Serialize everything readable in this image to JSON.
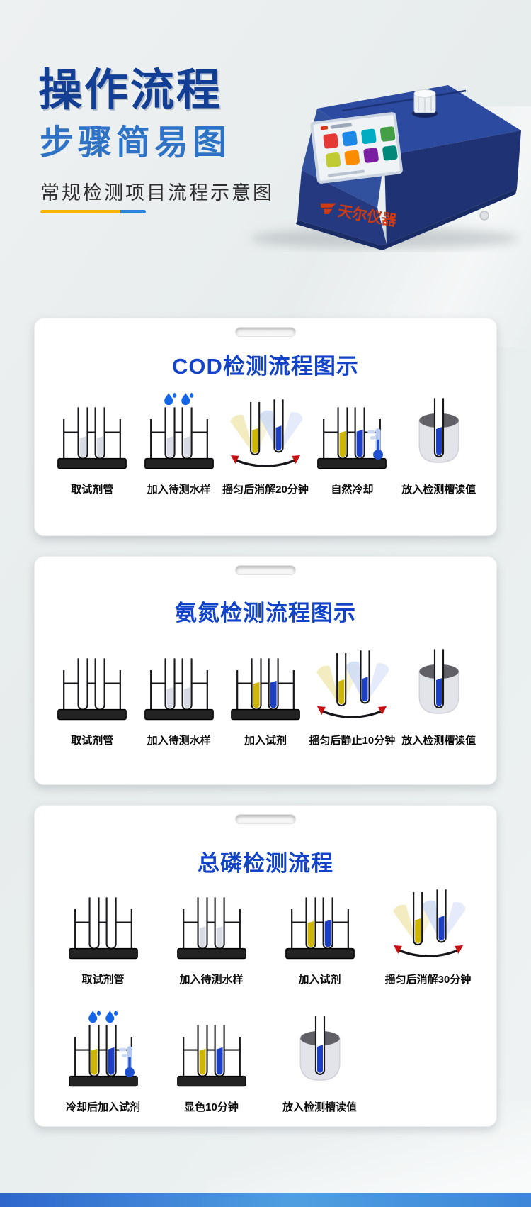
{
  "page": {
    "background": "#e9edee",
    "bottom_bar": {
      "color_left": "#2e66cc",
      "color_mid": "#4f9fe0",
      "color_right": "#3d86d8"
    }
  },
  "header": {
    "title_line1": "操作流程",
    "title_line2": "步骤简易图",
    "subtitle": "常规检测项目流程示意图",
    "underline": {
      "yellow": "#f2b705",
      "blue": "#2f83d6"
    }
  },
  "device": {
    "brand": "天尔仪器",
    "body_color": "#2b4398",
    "screen_tile_colors": [
      "#e53935",
      "#1e88e5",
      "#00acc1",
      "#43a047",
      "#c0ca33",
      "#fb8c00",
      "#7b1fa2",
      "#00897b"
    ]
  },
  "colors": {
    "tube_gray": "#d9dbe4",
    "tube_yellow": "#cdb606",
    "tube_blue": "#1d3fc4",
    "drop_blue": "#1565e8",
    "arrow_red": "#c41111",
    "thermo_light": "#b6cbf1",
    "thermo_dark": "#1d4fd0"
  },
  "cards": [
    {
      "title": "COD检测流程图示",
      "rows": [
        [
          {
            "label": "取试剂管",
            "icon": {
              "type": "rack",
              "liquid": "gray"
            }
          },
          {
            "label": "加入待测水样",
            "icon": {
              "type": "rack",
              "liquid": "gray",
              "drops": true
            }
          },
          {
            "label": "摇匀后消解20分钟",
            "icon": {
              "type": "shake"
            }
          },
          {
            "label": "自然冷却",
            "icon": {
              "type": "rack",
              "liquid": "color",
              "thermometer": true
            }
          },
          {
            "label": "放入检测槽读值",
            "icon": {
              "type": "cup"
            }
          }
        ]
      ]
    },
    {
      "title": "氨氮检测流程图示",
      "rows": [
        [
          {
            "label": "取试剂管",
            "icon": {
              "type": "rack",
              "liquid": "none"
            }
          },
          {
            "label": "加入待测水样",
            "icon": {
              "type": "rack",
              "liquid": "gray"
            }
          },
          {
            "label": "加入试剂",
            "icon": {
              "type": "rack",
              "liquid": "color"
            }
          },
          {
            "label": "摇匀后静止10分钟",
            "icon": {
              "type": "shake"
            }
          },
          {
            "label": "放入检测槽读值",
            "icon": {
              "type": "cup"
            }
          }
        ]
      ]
    },
    {
      "title": "总磷检测流程",
      "rows": [
        [
          {
            "label": "取试剂管",
            "icon": {
              "type": "rack",
              "liquid": "none"
            }
          },
          {
            "label": "加入待测水样",
            "icon": {
              "type": "rack",
              "liquid": "gray"
            }
          },
          {
            "label": "加入试剂",
            "icon": {
              "type": "rack",
              "liquid": "color"
            }
          },
          {
            "label": "摇匀后消解30分钟",
            "icon": {
              "type": "shake"
            }
          }
        ],
        [
          {
            "label": "冷却后加入试剂",
            "icon": {
              "type": "rack",
              "liquid": "color",
              "drops": true,
              "thermometer": true
            }
          },
          {
            "label": "显色10分钟",
            "icon": {
              "type": "rack",
              "liquid": "color"
            }
          },
          {
            "label": "放入检测槽读值",
            "icon": {
              "type": "cup"
            }
          }
        ]
      ]
    }
  ]
}
